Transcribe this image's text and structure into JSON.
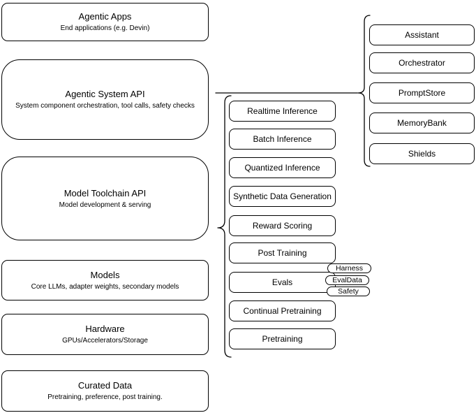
{
  "diagram": {
    "left_column": {
      "boxes": [
        {
          "title": "Agentic Apps",
          "subtitle": "End applications (e.g. Devin)"
        },
        {
          "title": "Agentic System API",
          "subtitle": "System component orchestration, tool calls, safety checks"
        },
        {
          "title": "Model Toolchain API",
          "subtitle": "Model development & serving"
        },
        {
          "title": "Models",
          "subtitle": "Core LLMs, adapter weights, secondary models"
        },
        {
          "title": "Hardware",
          "subtitle": "GPUs/Accelerators/Storage"
        },
        {
          "title": "Curated Data",
          "subtitle": "Pretraining, preference, post training."
        }
      ]
    },
    "middle_column": {
      "boxes": [
        "Realtime Inference",
        "Batch Inference",
        "Quantized Inference",
        "Synthetic Data Generation",
        "Reward Scoring",
        "Post Training",
        "Evals",
        "Continual Pretraining",
        "Pretraining"
      ]
    },
    "eval_pills": [
      "Harness",
      "EvalData",
      "Safety"
    ],
    "right_column": {
      "boxes": [
        "Assistant",
        "Orchestrator",
        "PromptStore",
        "MemoryBank",
        "Shields"
      ]
    },
    "colors": {
      "stroke": "#000000",
      "background": "#ffffff",
      "text": "#000000"
    }
  }
}
